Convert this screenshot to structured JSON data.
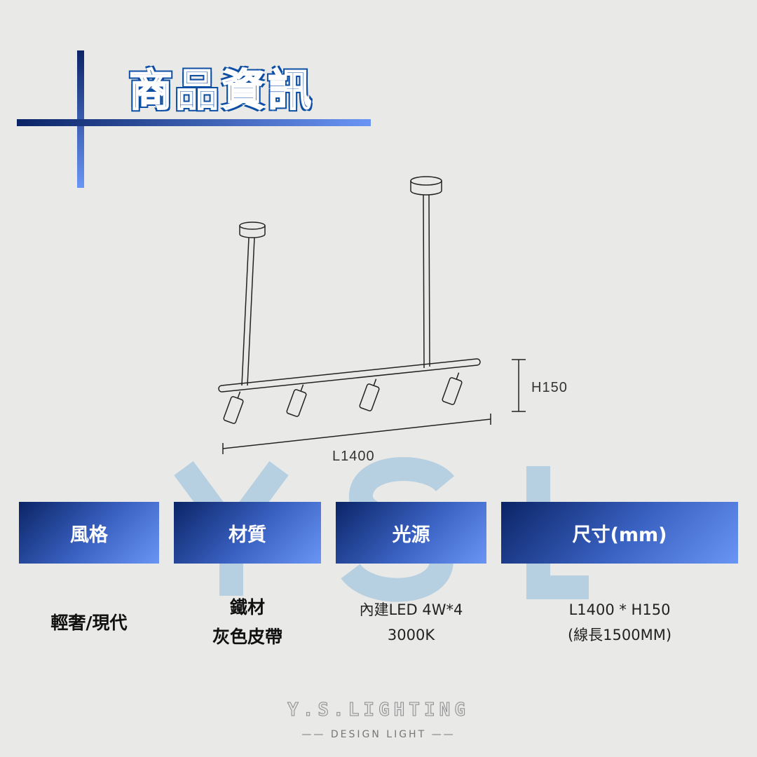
{
  "title": "商品資訊",
  "watermark": {
    "letters": [
      "Y",
      "S",
      "L"
    ]
  },
  "diagram": {
    "height_label": "H150",
    "length_label": "L1400"
  },
  "table": {
    "headers": [
      "風格",
      "材質",
      "光源",
      "尺寸(mm)"
    ],
    "values": [
      [
        "輕奢/現代"
      ],
      [
        "鐵材",
        "灰色皮帶"
      ],
      [
        "內建LED 4W*4",
        "3000K"
      ],
      [
        "L1400 * H150",
        "(線長1500MM)"
      ]
    ]
  },
  "brand": {
    "name": "Y.S.LIGHTING",
    "tagline": "DESIGN LIGHT"
  },
  "colors": {
    "accent_dark": "#0b2466",
    "accent_light": "#6a95f5",
    "title": "#0c4ea3"
  }
}
